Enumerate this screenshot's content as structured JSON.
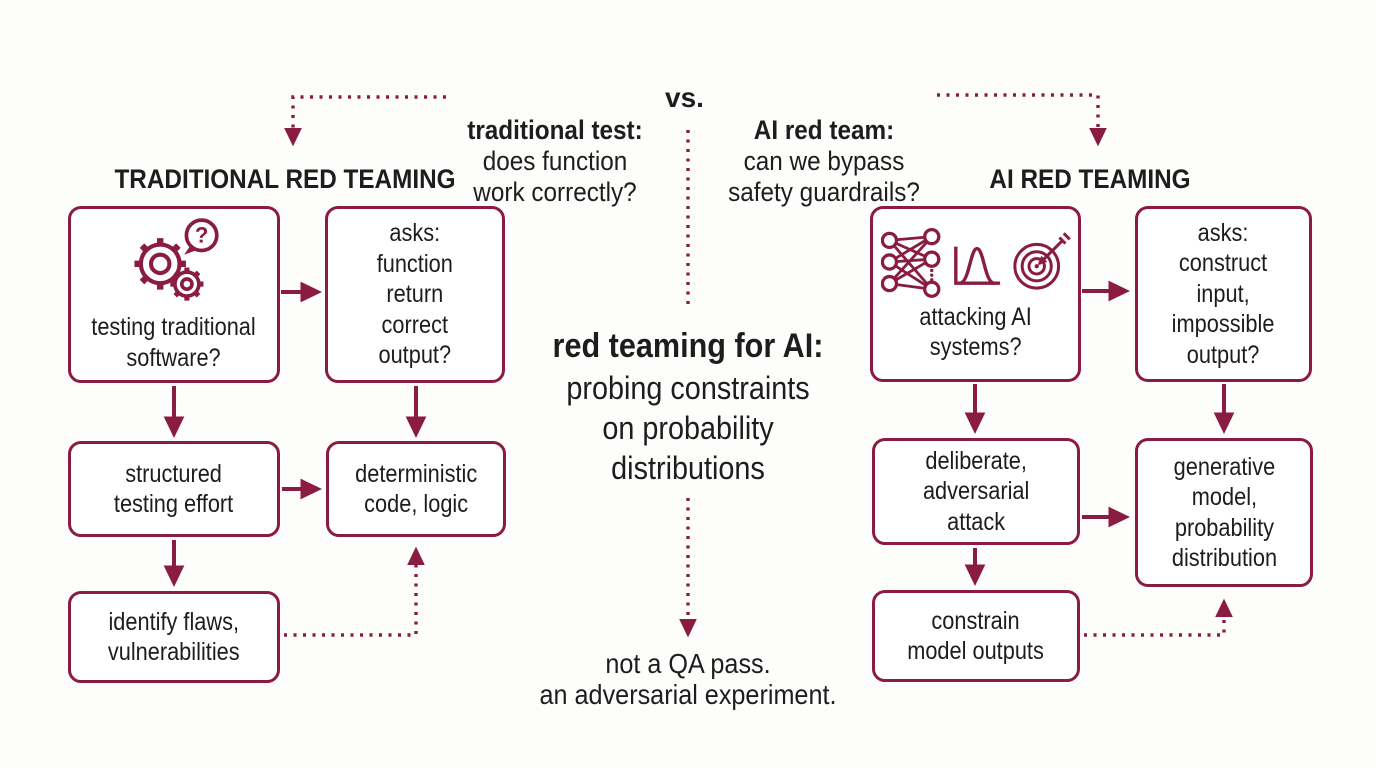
{
  "colors": {
    "accent": "#8a1c42",
    "ink": "#1d1d1d",
    "background": "#fdfdfc"
  },
  "top": {
    "left_label": "traditional test:",
    "left_body": "does function\nwork correctly?",
    "vs": "vs.",
    "right_label": "AI red team:",
    "right_body": "can we bypass\nsafety guardrails?"
  },
  "left": {
    "heading": "TRADITIONAL RED TEAMING",
    "box1": "testing traditional\nsoftware?",
    "box2": "asks:\nfunction\nreturn\ncorrect\noutput?",
    "box3": "structured\ntesting effort",
    "box4": "deterministic\ncode, logic",
    "box5": "identify flaws,\nvulnerabilities"
  },
  "right": {
    "heading": "AI RED TEAMING",
    "box1": "attacking AI\nsystems?",
    "box2": "asks:\nconstruct\ninput,\nimpossible\noutput?",
    "box3": "deliberate,\nadversarial\nattack",
    "box4": "generative\nmodel,\nprobability\ndistribution",
    "box5": "constrain\nmodel outputs"
  },
  "center": {
    "title": "red teaming for AI:",
    "body": "probing constraints\non probability\ndistributions",
    "footer": "not a QA pass.\nan adversarial experiment."
  },
  "icons": {
    "question_mark": "?",
    "left_box1_icon": "gears-question-icon",
    "right_box1_icons": [
      "neural-network-icon",
      "bell-curve-icon",
      "target-icon"
    ]
  }
}
